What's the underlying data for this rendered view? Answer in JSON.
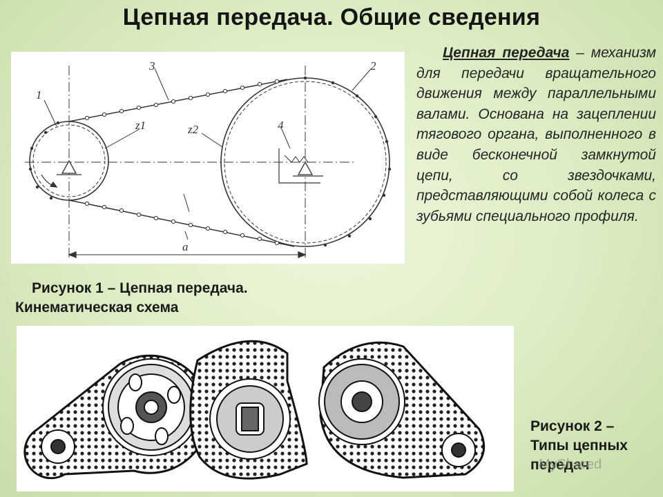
{
  "title": "Цепная передача. Общие сведения",
  "figure1": {
    "labels": [
      "1",
      "2",
      "3",
      "4",
      "z1",
      "z2",
      "a"
    ],
    "caption_line1": "Рисунок 1 – Цепная передача.",
    "caption_line2": "Кинематическая схема"
  },
  "description": {
    "term": "Цепная передача",
    "text": " – механизм для передачи вращательного движения между параллельными валами. Основана на зацеплении тягового органа, выполненного в виде бесконечной замкнутой цепи, со звездочками, представляющими собой колеса с зубьями специального профиля."
  },
  "figure2": {
    "caption_line1": "Рисунок 2 –",
    "caption_line2": "Типы цепных",
    "caption_line3": "передач"
  },
  "watermark": "MyShared"
}
